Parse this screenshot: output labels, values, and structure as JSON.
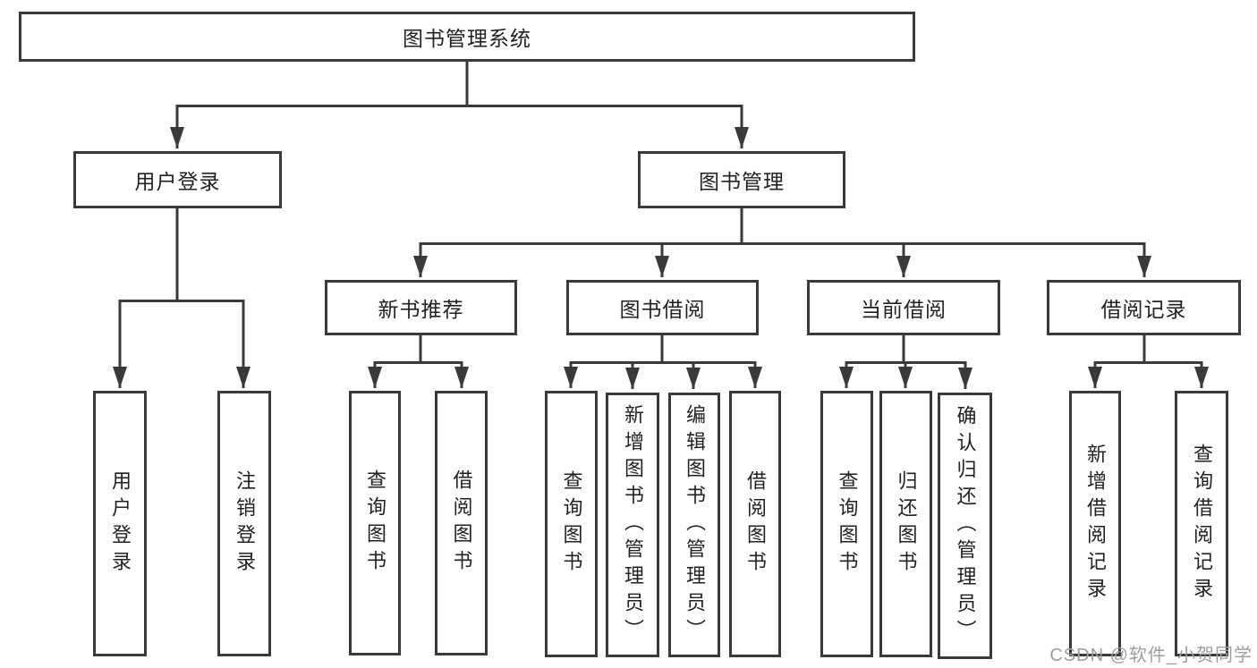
{
  "diagram": {
    "root": "图书管理系统",
    "level2": {
      "user_login": "用户登录",
      "book_mgmt": "图书管理"
    },
    "level3": {
      "new_books": "新书推荐",
      "book_borrow": "图书借阅",
      "current_borrow": "当前借阅",
      "borrow_records": "借阅记录"
    },
    "leaves": {
      "user_login": [
        "用户登录",
        "注销登录"
      ],
      "new_books": [
        "查询图书",
        "借阅图书"
      ],
      "book_borrow": [
        "查询图书",
        "新增图书（管理员）",
        "编辑图书（管理员）",
        "借阅图书"
      ],
      "current_borrow": [
        "查询图书",
        "归还图书",
        "确认归还（管理员）"
      ],
      "borrow_records": [
        "新增借阅记录",
        "查询借阅记录"
      ]
    }
  },
  "watermark": "CSDN @软件_小贺同学",
  "colors": {
    "line": "#3a3a3a",
    "text": "#222222",
    "watermark": "#9e9e9e",
    "background": "#ffffff"
  }
}
